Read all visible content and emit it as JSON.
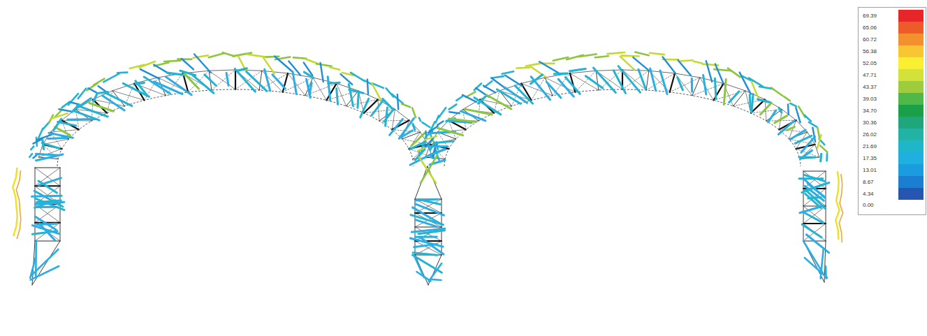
{
  "diagram": {
    "labels": [
      "0.00"
    ],
    "legend": [
      {
        "text": "69.39",
        "color": "#e8262a"
      },
      {
        "text": "65.06",
        "color": "#ee5b2b"
      },
      {
        "text": "60.72",
        "color": "#f3912f"
      },
      {
        "text": "56.38",
        "color": "#f8c632"
      },
      {
        "text": "52.05",
        "color": "#fbef33"
      },
      {
        "text": "47.71",
        "color": "#d3e23a"
      },
      {
        "text": "43.37",
        "color": "#9fcc3d"
      },
      {
        "text": "39.03",
        "color": "#4fb848"
      },
      {
        "text": "34.70",
        "color": "#1ba04a"
      },
      {
        "text": "30.36",
        "color": "#1fa77b"
      },
      {
        "text": "26.02",
        "color": "#22b3a6"
      },
      {
        "text": "21.69",
        "color": "#20b6c9"
      },
      {
        "text": "17.35",
        "color": "#1fb0e0"
      },
      {
        "text": "13.01",
        "color": "#1b9be0"
      },
      {
        "text": "8.67",
        "color": "#1a7fd0"
      },
      {
        "text": "4.34",
        "color": "#2656b0"
      }
    ]
  }
}
